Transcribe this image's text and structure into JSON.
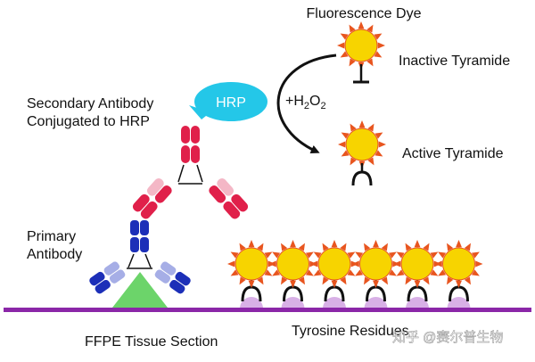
{
  "labels": {
    "fluorescence_dye": "Fluorescence Dye",
    "inactive_tyramide": "Inactive Tyramide",
    "hrp": "HRP",
    "secondary_antibody_line1": "Secondary Antibody",
    "secondary_antibody_line2": "Conjugated to HRP",
    "h2o2_prefix": "+H",
    "h2o2_sub1": "2",
    "h2o2_mid": "O",
    "h2o2_sub2": "2",
    "active_tyramide": "Active Tyramide",
    "primary_antibody_line1": "Primary",
    "primary_antibody_line2": "Antibody",
    "ffpe_tissue_section": "FFPE Tissue Section",
    "tyrosine_residues": "Tyrosine Residues",
    "watermark": "知乎 @赛尔普生物"
  },
  "colors": {
    "sun_fill": "#f7d400",
    "sun_ray": "#e8551f",
    "hrp_bubble": "#24c7e8",
    "secondary_heavy": "#e0204a",
    "secondary_light": "#f4b7c6",
    "primary_heavy": "#1c2fb8",
    "primary_light": "#a6aee6",
    "antigen": "#6cd46a",
    "tissue_line": "#8b27a8",
    "tyrosine": "#d8b0e6"
  },
  "tyramide_count": 6
}
